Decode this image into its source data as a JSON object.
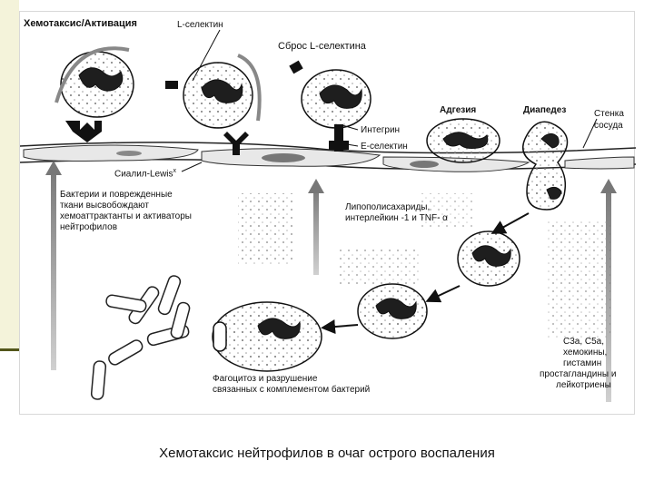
{
  "diagram": {
    "header_left": "Хемотаксис/Активация",
    "l_selectin": "L-селектин",
    "shedding": "Сброс L-селектина",
    "adhesion": "Адгезия",
    "diapedesis": "Диапедез",
    "vessel_wall_1": "Стенка",
    "vessel_wall_2": "сосуда",
    "integrin": "Интегрин",
    "e_selectin": "Е-селектин",
    "sialyl_lewis": "Сиалил-Lewis",
    "bacteria_text": [
      "Бактерии и поврежденные",
      "ткани высвобождают",
      "хемоаттрактанты и активаторы",
      "нейтрофилов"
    ],
    "lps_text": [
      "Липополисахариды,",
      "интерлейкин -1 и TNF- α"
    ],
    "phago_text": [
      "Фагоцитоз и разрушение",
      "связанных с комплементом бактерий"
    ],
    "mediators_text": [
      "C3a, C5a,",
      "хемокины,",
      "гистамин",
      "простагландины и",
      "лейкотриены"
    ]
  },
  "caption": "Хемотаксис нейтрофилов в очаг острого воспаления"
}
